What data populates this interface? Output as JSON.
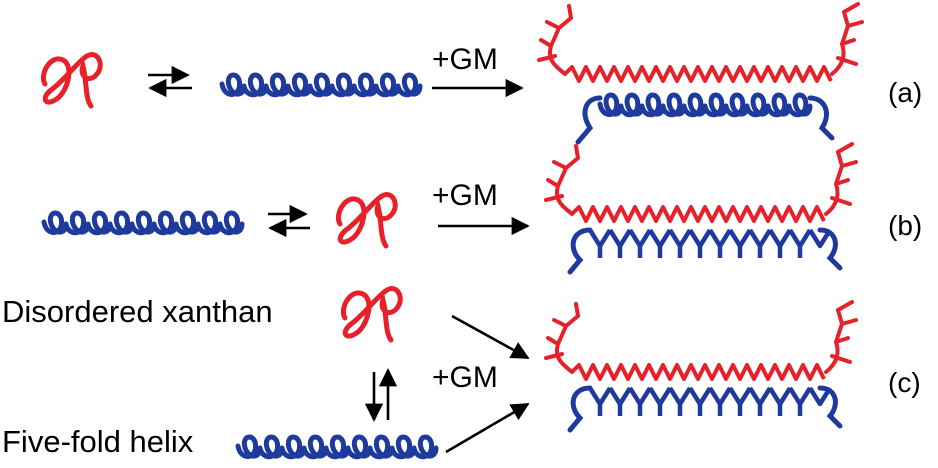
{
  "labels": {
    "gm_a": "+GM",
    "gm_b": "+GM",
    "gm_c": "+GM",
    "tag_a": "(a)",
    "tag_b": "(b)",
    "tag_c": "(c)",
    "disordered": "Disordered xanthan",
    "fivefold": "Five-fold helix"
  },
  "colors": {
    "disordered_chain": "#e8202a",
    "helix_chain": "#1f3a9e",
    "arrow": "#000000"
  },
  "icons": {
    "disordered": "disordered-coil-icon",
    "helix": "five-fold-helix-icon",
    "galactomannan": "galactomannan-branched-chain-icon"
  }
}
